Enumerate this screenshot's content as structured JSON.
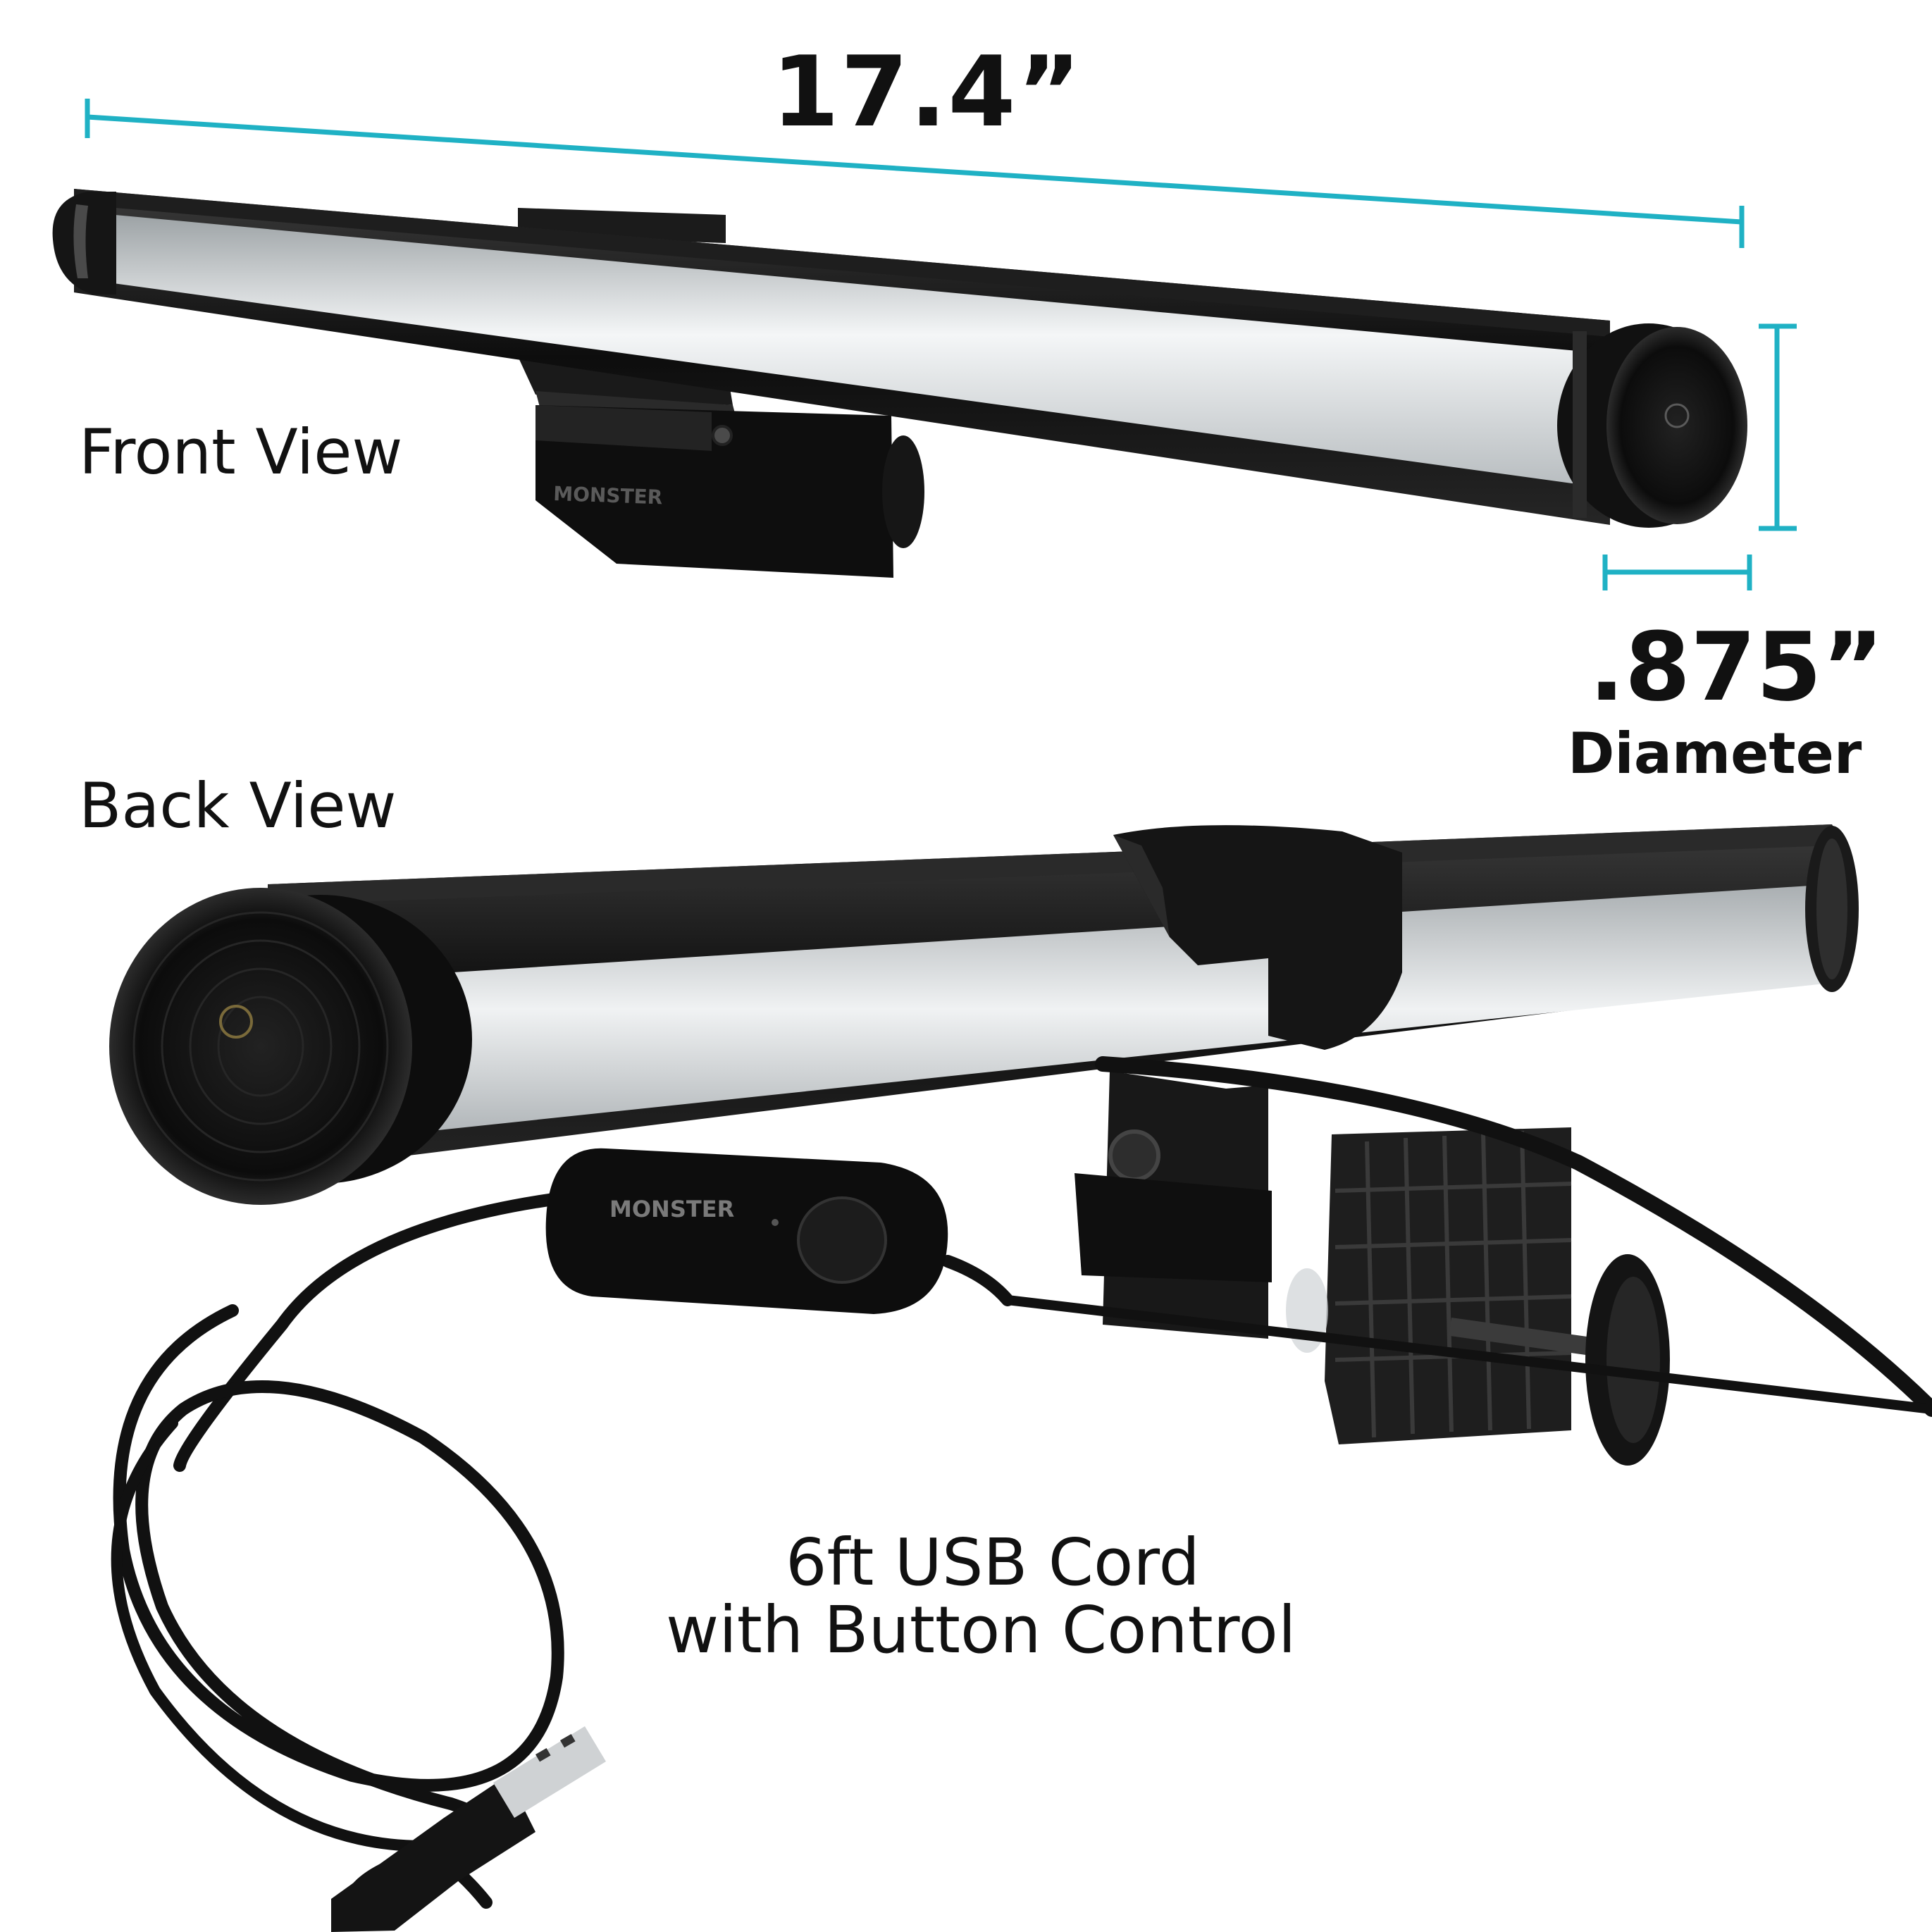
{
  "labels": {
    "length": "17.4”",
    "front_view": "Front View",
    "back_view": "Back View",
    "diameter_value": ".875”",
    "diameter_word": "Diameter",
    "cord_line1": "6ft USB Cord",
    "cord_line2": "with Button Control"
  },
  "brand": "MONSTER",
  "colors": {
    "dimension_line": "#1fb1c4",
    "text": "#111111",
    "light_diffuser": "#e9ecee",
    "housing": "#141414"
  }
}
